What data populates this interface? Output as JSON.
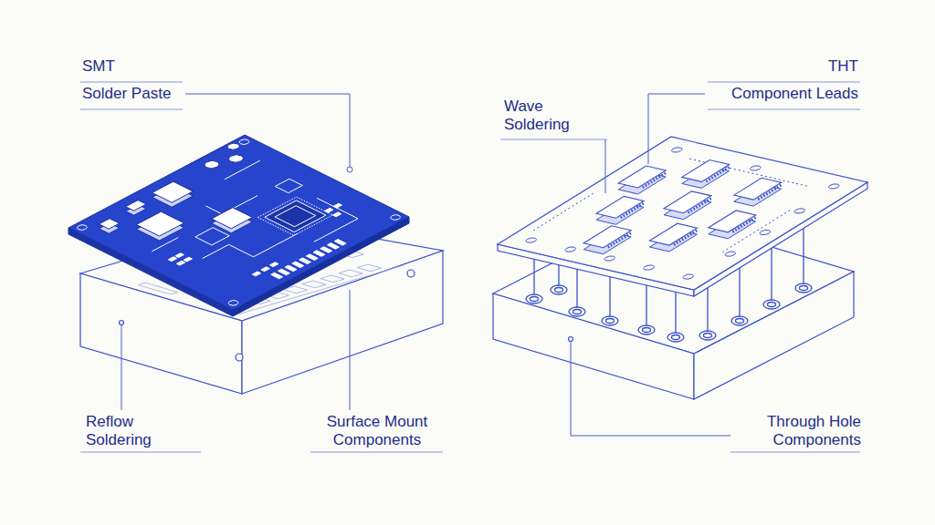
{
  "diagram": {
    "labels": [
      "SMT",
      "Solder Paste",
      "THT",
      "Component Leads",
      "Wave Soldering",
      "Reflow Soldering",
      "Surface Mount Components",
      "Through Hole Components"
    ]
  }
}
